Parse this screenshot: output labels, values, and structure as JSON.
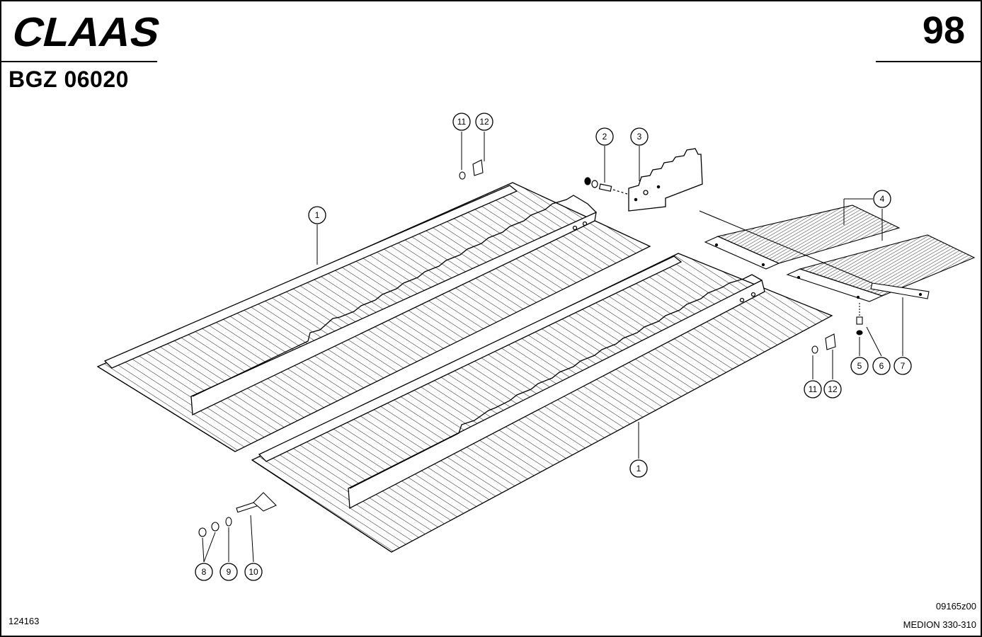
{
  "header": {
    "brand": "CLAAS",
    "page_number": "98",
    "doc_code": "BGZ 06020"
  },
  "footer": {
    "ref_left": "124163",
    "ref_right": "09165z00",
    "model": "MEDION 330-310"
  },
  "diagram": {
    "callouts": [
      {
        "id": "c1a",
        "label": "1"
      },
      {
        "id": "c1b",
        "label": "1"
      },
      {
        "id": "c2",
        "label": "2"
      },
      {
        "id": "c3",
        "label": "3"
      },
      {
        "id": "c4",
        "label": "4"
      },
      {
        "id": "c5",
        "label": "5"
      },
      {
        "id": "c6",
        "label": "6"
      },
      {
        "id": "c7",
        "label": "7"
      },
      {
        "id": "c8",
        "label": "8"
      },
      {
        "id": "c9",
        "label": "9"
      },
      {
        "id": "c10",
        "label": "10"
      },
      {
        "id": "c11a",
        "label": "11"
      },
      {
        "id": "c12a",
        "label": "12"
      },
      {
        "id": "c11b",
        "label": "11"
      },
      {
        "id": "c12b",
        "label": "12"
      }
    ]
  },
  "colors": {
    "ink": "#000000",
    "paper": "#ffffff"
  }
}
